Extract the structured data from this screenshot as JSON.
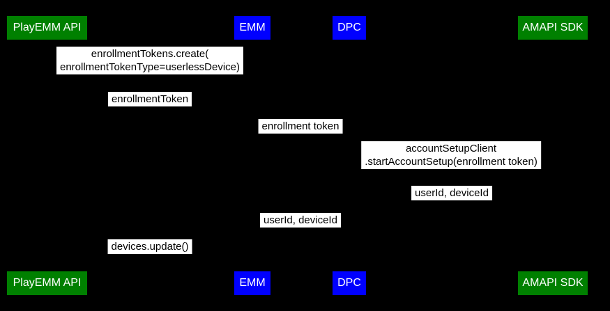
{
  "colors": {
    "background": "#000000",
    "actor_green": "#008000",
    "actor_blue": "#0000ff",
    "actor_text": "#ffffff",
    "message_bg": "#ffffff",
    "message_text": "#000000"
  },
  "actors": {
    "playemm": {
      "label": "PlayEMM API"
    },
    "emm": {
      "label": "EMM"
    },
    "dpc": {
      "label": "DPC"
    },
    "amapi": {
      "label": "AMAPI SDK"
    }
  },
  "messages": [
    {
      "line1": "enrollmentTokens.create(",
      "line2": "enrollmentTokenType=userlessDevice)"
    },
    {
      "line1": "enrollmentToken"
    },
    {
      "line1": "enrollment token"
    },
    {
      "line1": "accountSetupClient",
      "line2": ".startAccountSetup(enrollment token)"
    },
    {
      "line1": "userId, deviceId"
    },
    {
      "line1": "userId, deviceId"
    },
    {
      "line1": "devices.update()"
    }
  ]
}
